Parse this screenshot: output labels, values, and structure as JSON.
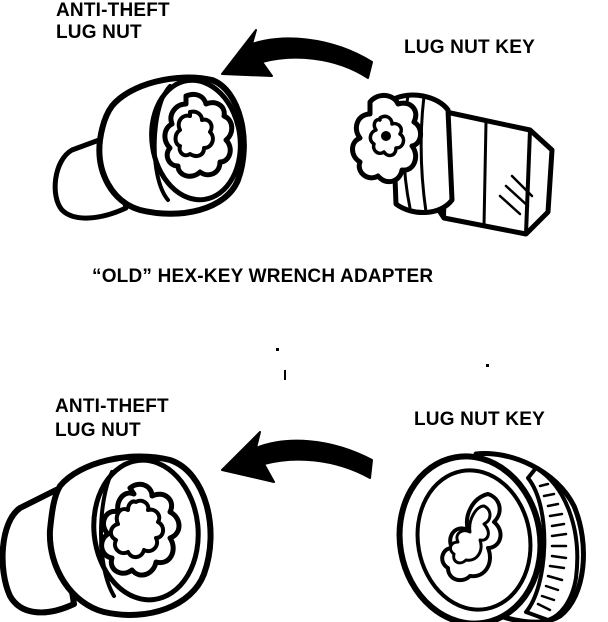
{
  "top_panel": {
    "lug_nut_label_line1": "ANTI-THEFT",
    "lug_nut_label_line2": "LUG NUT",
    "key_label": "LUG NUT KEY",
    "caption": "“OLD” HEX-KEY WRENCH ADAPTER"
  },
  "bottom_panel": {
    "lug_nut_label_line1": "ANTI-THEFT",
    "lug_nut_label_line2": "LUG NUT",
    "key_label": "LUG NUT KEY"
  },
  "colors": {
    "ink": "#000000",
    "paper": "#ffffff"
  },
  "icons": [
    "lug-nut-illustration",
    "key-illustration",
    "direction-arrow-icon"
  ]
}
